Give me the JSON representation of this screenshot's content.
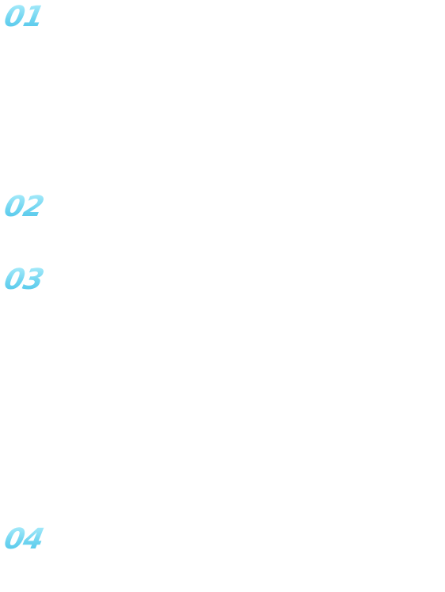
{
  "steps": [
    {
      "number": "01"
    },
    {
      "number": "02"
    },
    {
      "number": "03"
    },
    {
      "number": "04"
    }
  ],
  "colors": {
    "background": "#ffffff",
    "number_gradient_top": "#a9ecfb",
    "number_gradient_mid": "#6fd4f0",
    "number_gradient_bottom": "#4ec5ea"
  }
}
